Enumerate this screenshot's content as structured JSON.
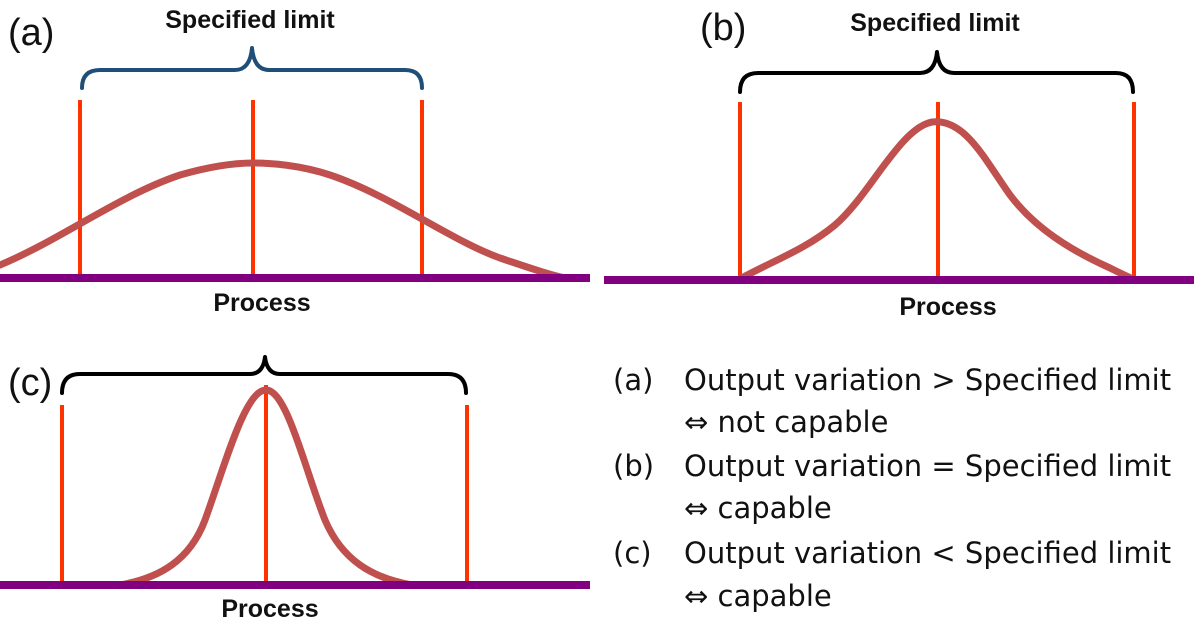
{
  "panels": {
    "a": {
      "tag": "(a)",
      "spec_title": "Specified limit",
      "process_label": "Process"
    },
    "b": {
      "tag": "(b)",
      "spec_title": "Specified limit",
      "process_label": "Process"
    },
    "c": {
      "tag": "(c)",
      "process_label": "Process"
    }
  },
  "legend": [
    {
      "tag": "(a)",
      "line1": "Output variation > Specified limit",
      "line2": "⇔ not capable"
    },
    {
      "tag": "(b)",
      "line1": "Output variation = Specified limit",
      "line2": "⇔ capable"
    },
    {
      "tag": "(c)",
      "line1": "Output variation < Specified limit",
      "line2": "⇔ capable"
    }
  ],
  "colors": {
    "baseline": "#800080",
    "limit_lines": "#ff3300",
    "curve": "#c0504d",
    "brace_a": "#1f4e79",
    "brace_other": "#000000"
  }
}
